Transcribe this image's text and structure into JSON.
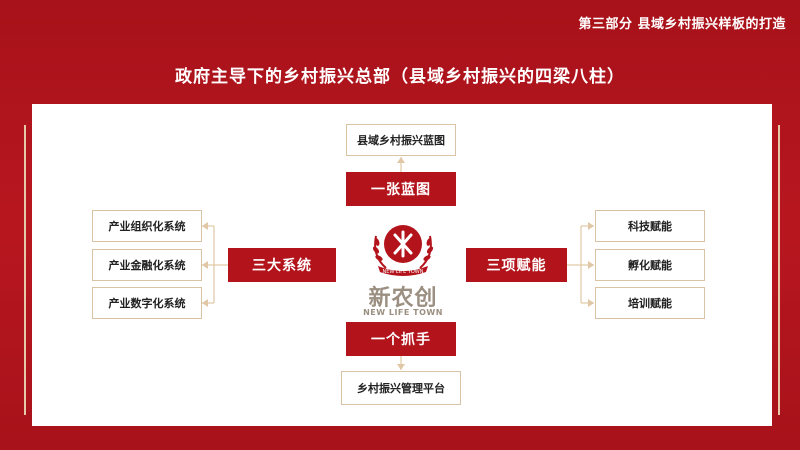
{
  "header": {
    "section_title": "第三部分  县域乡村振兴样板的打造",
    "main_title": "政府主导下的乡村振兴总部（县域乡村振兴的四梁八柱）"
  },
  "diagram": {
    "top": {
      "label": "一张蓝图",
      "item": "县域乡村振兴蓝图"
    },
    "bottom": {
      "label": "一个抓手",
      "item": "乡村振兴管理平台"
    },
    "left": {
      "label": "三大系统",
      "items": [
        "产业组织化系统",
        "产业金融化系统",
        "产业数字化系统"
      ]
    },
    "right": {
      "label": "三项赋能",
      "items": [
        "科技赋能",
        "孵化赋能",
        "培训赋能"
      ]
    },
    "logo": {
      "cn_text": "新农创",
      "en_text": "NEW LIFE TOWN",
      "ribbon_text": "NEW LIFE TOWN"
    }
  },
  "colors": {
    "brand_red": "#b3141c",
    "connector": "#e0c7a5",
    "logo_gray": "#9a8f80"
  }
}
